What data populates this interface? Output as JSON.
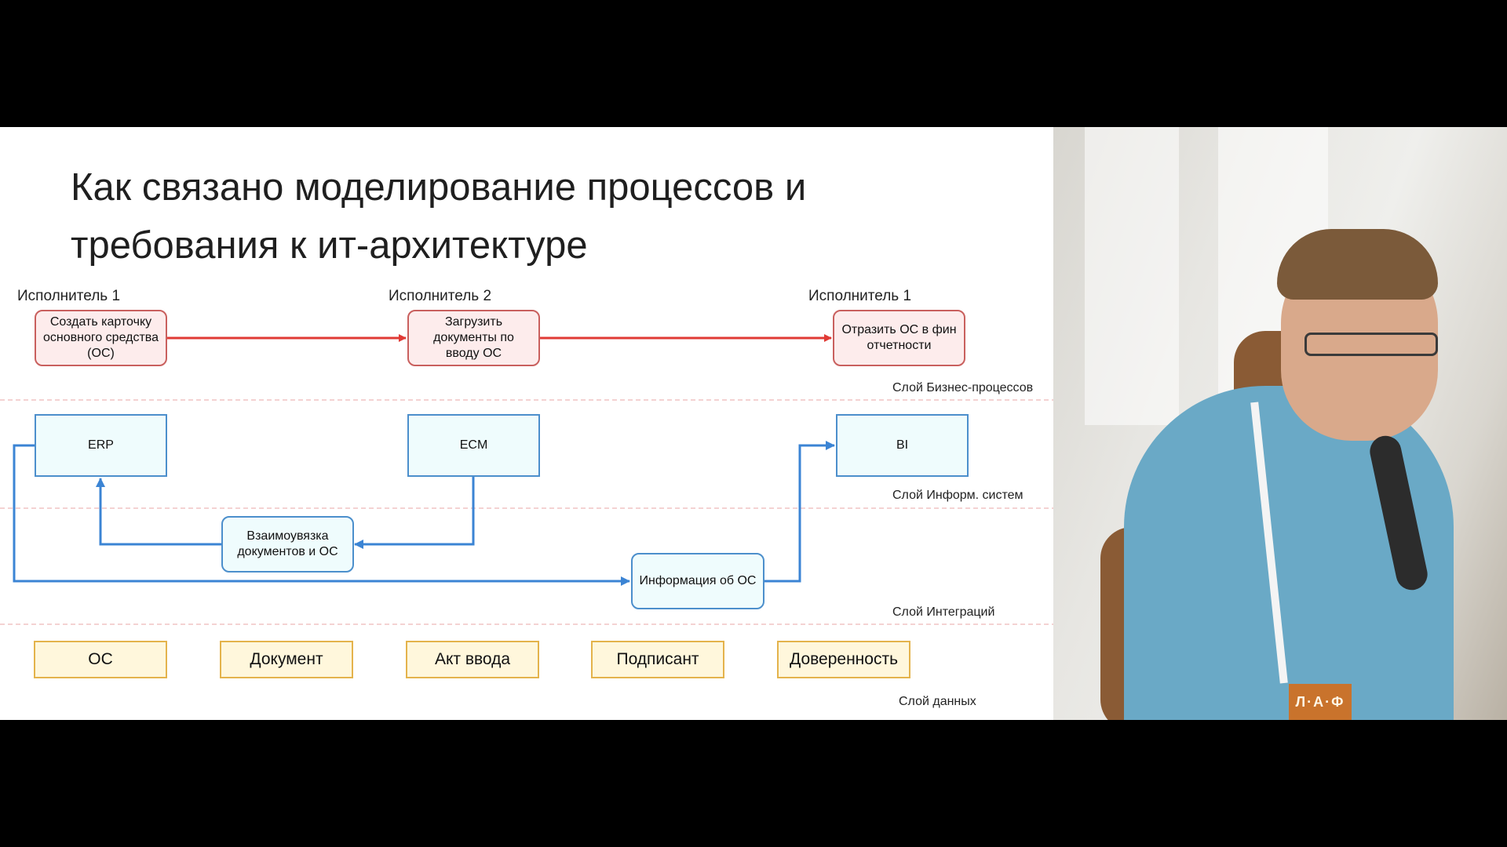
{
  "slide": {
    "title_line1": "Как связано моделирование процессов и",
    "title_line2": "требования к ит-архитектуре"
  },
  "performers": [
    {
      "label": "Исполнитель 1"
    },
    {
      "label": "Исполнитель 2"
    },
    {
      "label": "Исполнитель 1"
    }
  ],
  "business_processes": [
    {
      "label": "Создать карточку основного средства (ОС)"
    },
    {
      "label": "Загрузить документы по вводу ОС"
    },
    {
      "label": "Отразить ОС в фин отчетности"
    }
  ],
  "systems": [
    {
      "label": "ERP"
    },
    {
      "label": "ECM"
    },
    {
      "label": "BI"
    }
  ],
  "integrations": [
    {
      "label": "Взаимоувязка документов и ОС"
    },
    {
      "label": "Информация об ОС"
    }
  ],
  "data_entities": [
    {
      "label": "ОС"
    },
    {
      "label": "Документ"
    },
    {
      "label": "Акт ввода"
    },
    {
      "label": "Подписант"
    },
    {
      "label": "Доверенность"
    }
  ],
  "layers": {
    "business": "Слой Бизнес-процессов",
    "systems": "Слой Информ. систем",
    "integration": "Слой Интеграций",
    "data": "Слой данных"
  },
  "video": {
    "badge_text": "Л·А·Ф"
  },
  "colors": {
    "process_arrow": "#e03a35",
    "system_arrow": "#3b84d4",
    "layer_divider": "#e8a4a4",
    "process_fill": "#fdecec",
    "system_fill": "#effcfd",
    "data_fill": "#fff7dc"
  }
}
